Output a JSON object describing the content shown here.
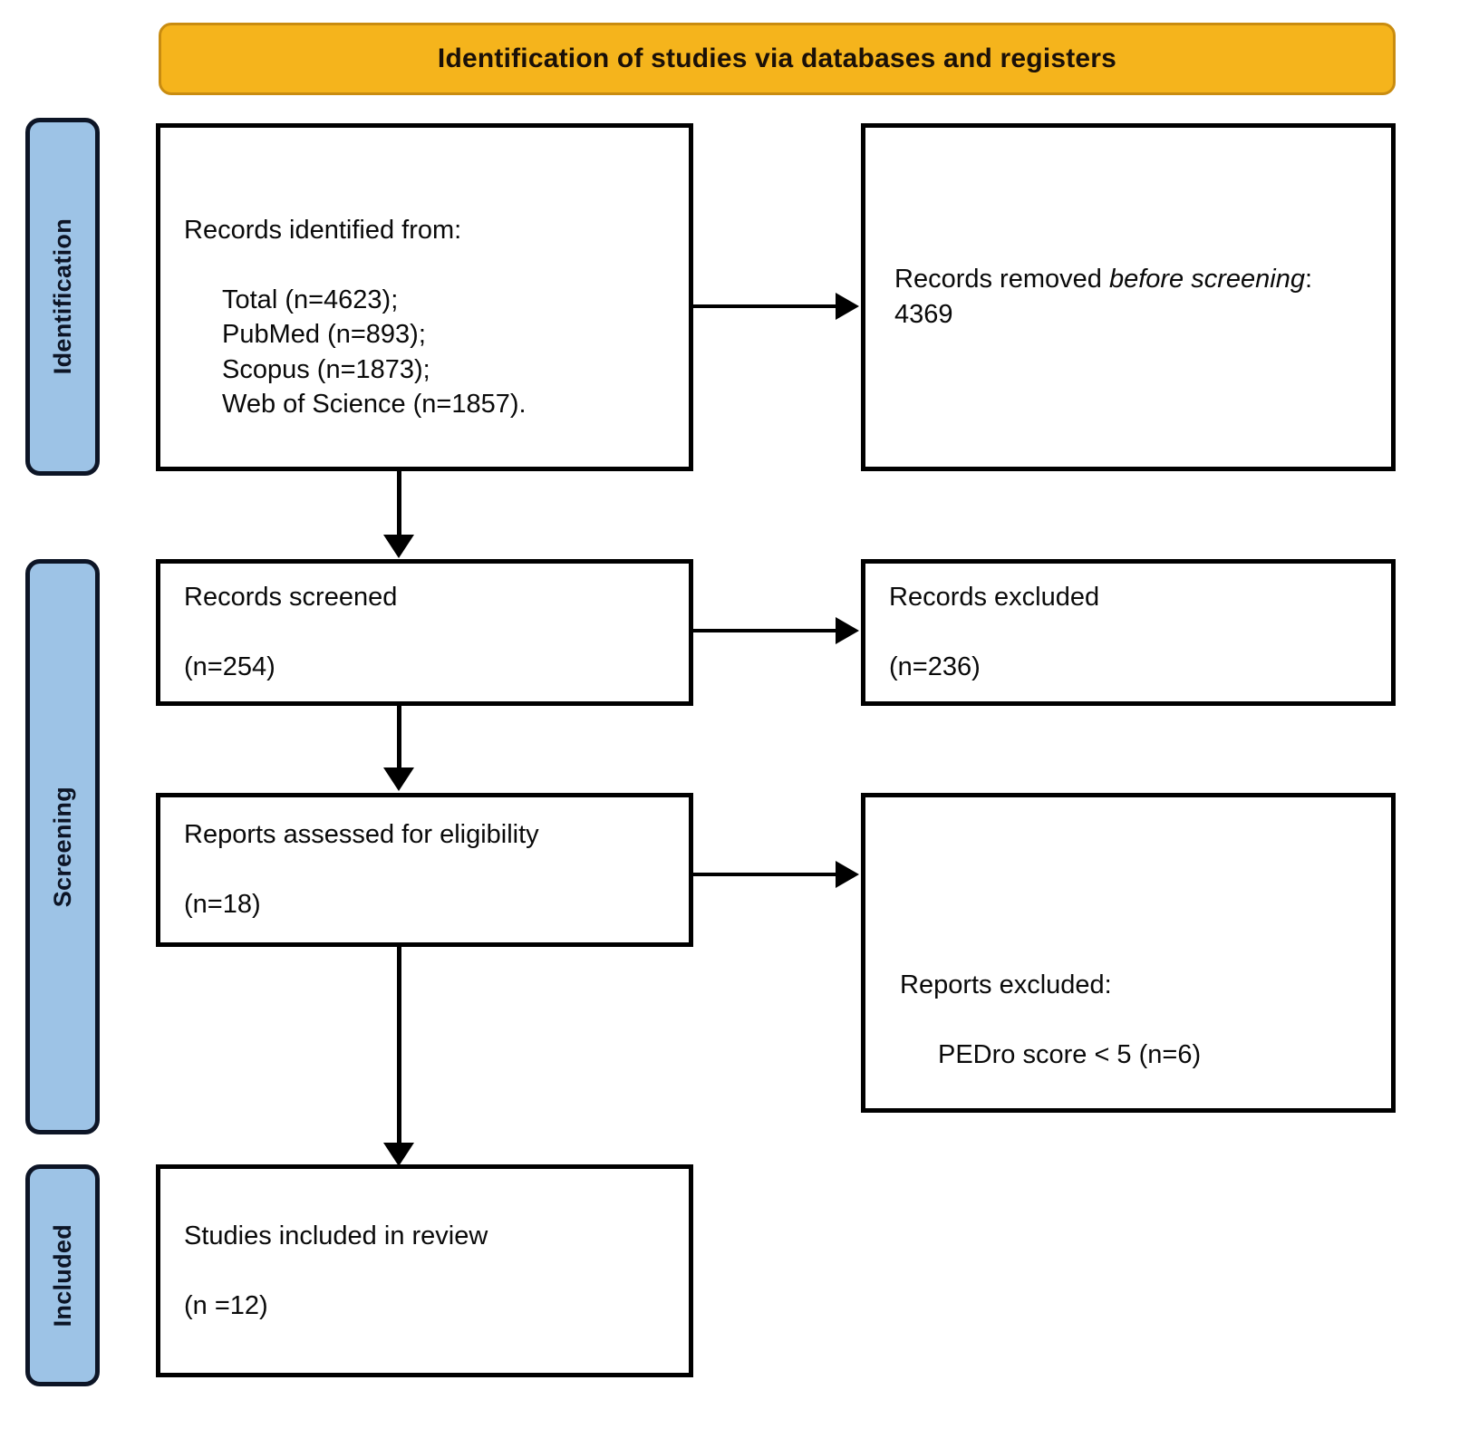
{
  "banner": {
    "title": "Identification of studies via databases and registers",
    "background_color": "#F5B41C",
    "border_color": "#C98C10"
  },
  "stages": {
    "identification": {
      "label": "Identification"
    },
    "screening": {
      "label": "Screening"
    },
    "included": {
      "label": "Included"
    },
    "background_color": "#9DC3E6",
    "border_color": "#0D1526"
  },
  "boxes": {
    "identified": {
      "line1": "Records identified from:",
      "line2": "Total (n=4623);",
      "line3": "PubMed (n=893);",
      "line4": "Scopus (n=1873);",
      "line5": "Web of Science (n=1857)."
    },
    "removed": {
      "prefix": "Records removed ",
      "italic": "before screening",
      "suffix": ": 4369"
    },
    "screened": {
      "line1": "Records screened",
      "line2": "(n=254)"
    },
    "excluded_records": {
      "line1": "Records excluded",
      "line2": "(n=236)"
    },
    "eligibility": {
      "line1": "Reports assessed for eligibility",
      "line2": "(n=18)"
    },
    "excluded_reports": {
      "line1": "Reports excluded:",
      "line2": "PEDro score < 5 (n=6)"
    },
    "included": {
      "line1": "Studies included in review",
      "line2": "(n =12)"
    }
  },
  "chart_data": {
    "type": "diagram",
    "title": "Identification of studies via databases and registers",
    "stages": [
      "Identification",
      "Screening",
      "Included"
    ],
    "nodes": [
      {
        "id": "identified",
        "stage": "Identification",
        "label": "Records identified from",
        "total": 4623,
        "sources": [
          {
            "name": "PubMed",
            "n": 893
          },
          {
            "name": "Scopus",
            "n": 1873
          },
          {
            "name": "Web of Science",
            "n": 1857
          }
        ]
      },
      {
        "id": "removed",
        "stage": "Identification",
        "label": "Records removed before screening",
        "n": 4369
      },
      {
        "id": "screened",
        "stage": "Screening",
        "label": "Records screened",
        "n": 254
      },
      {
        "id": "excluded_records",
        "stage": "Screening",
        "label": "Records excluded",
        "n": 236
      },
      {
        "id": "eligibility",
        "stage": "Screening",
        "label": "Reports assessed for eligibility",
        "n": 18
      },
      {
        "id": "excluded_reports",
        "stage": "Screening",
        "label": "Reports excluded: PEDro score < 5",
        "n": 6
      },
      {
        "id": "included",
        "stage": "Included",
        "label": "Studies included in review",
        "n": 12
      }
    ],
    "edges": [
      {
        "from": "identified",
        "to": "removed",
        "direction": "right"
      },
      {
        "from": "identified",
        "to": "screened",
        "direction": "down"
      },
      {
        "from": "screened",
        "to": "excluded_records",
        "direction": "right"
      },
      {
        "from": "screened",
        "to": "eligibility",
        "direction": "down"
      },
      {
        "from": "eligibility",
        "to": "excluded_reports",
        "direction": "right"
      },
      {
        "from": "eligibility",
        "to": "included",
        "direction": "down"
      }
    ]
  }
}
